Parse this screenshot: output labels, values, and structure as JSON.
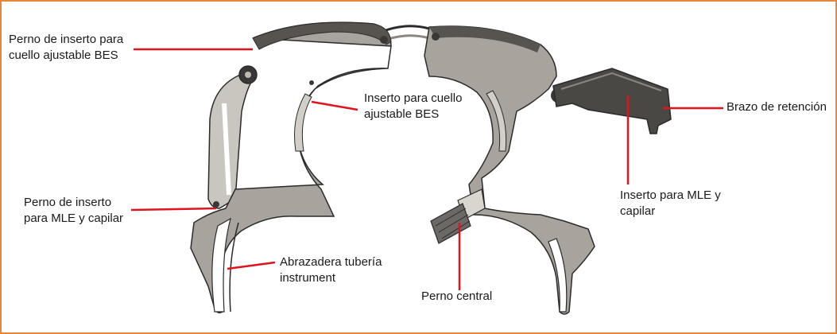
{
  "colors": {
    "frame": "#e8873a",
    "leader": "#e0141e",
    "clamp_body": "#a8a39d",
    "clamp_dark": "#575450",
    "outline": "#2b2b2b"
  },
  "labels": {
    "perno_inserto_bes": "Perno de inserto para\ncuello ajustable BES",
    "inserto_cuello_bes": "Inserto para cuello\najustable BES",
    "brazo_retencion": "Brazo de retención",
    "perno_inserto_mle": "Perno de inserto\npara MLE y capilar",
    "inserto_mle": "Inserto para MLE y\ncapilar",
    "abrazadera": "Abrazadera tubería\ninstrument",
    "perno_central": "Perno central"
  }
}
